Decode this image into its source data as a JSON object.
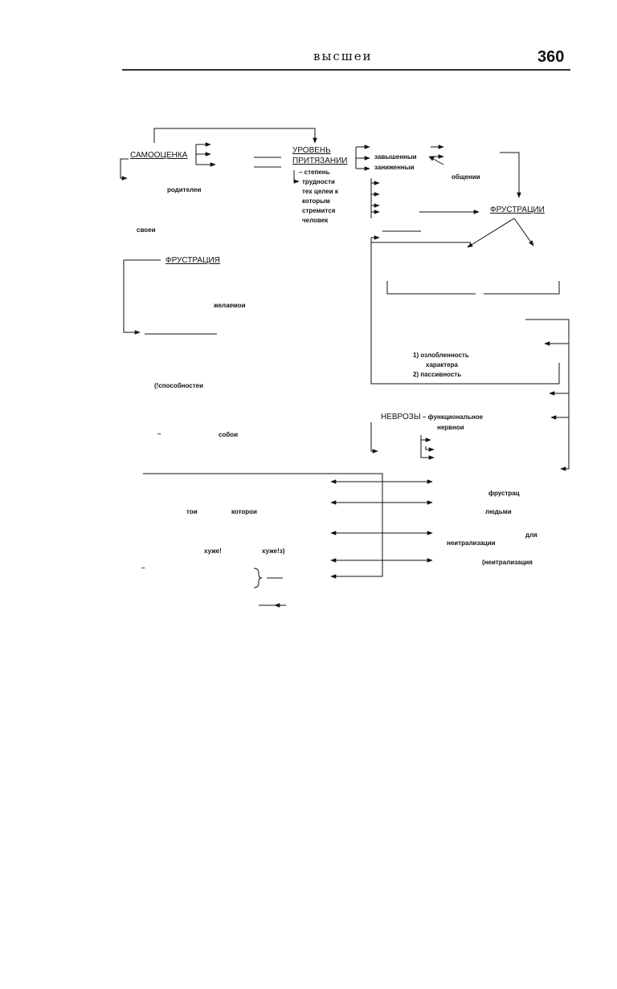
{
  "header": {
    "word": "высшеи",
    "page_number": "360"
  },
  "nodes": {
    "self_esteem": "САМООЦЕНКА",
    "aspiration_level_1": "УРОВЕНЬ",
    "aspiration_level_2": "ПРИТЯЗАНИИ",
    "def_lines": [
      "– степень",
      "трудности",
      "тех целеи  к",
      "которым",
      "стремится",
      "человек"
    ],
    "parents": "родителеи",
    "own": "своеи",
    "overstated": "завышенныи",
    "understated": "заниженныи",
    "communication": "общении",
    "frustrations": "ФРУСТРАЦИИ",
    "frustration": "ФРУСТРАЦИЯ",
    "desired": "желаемои",
    "consequences": [
      "1) озлобленность",
      "характера",
      "2) пассивность"
    ],
    "abilities": "(!способностеи",
    "neuroses_title": "НЕВРОЗЫ",
    "neuroses_def": "– функциональное",
    "nervous": "нервнои",
    "dash_left": "–",
    "oneself": "собои",
    "frustrat": "фрустрац",
    "that_lbl": "тои",
    "which_lbl": "которои",
    "people": "людьми",
    "for_lbl": "для",
    "neutralization": "неитрализации",
    "worse1": "хуже!",
    "worse2": "хуже!з)",
    "neutralization2": "(неитрализация",
    "dash_bottom": "–"
  }
}
